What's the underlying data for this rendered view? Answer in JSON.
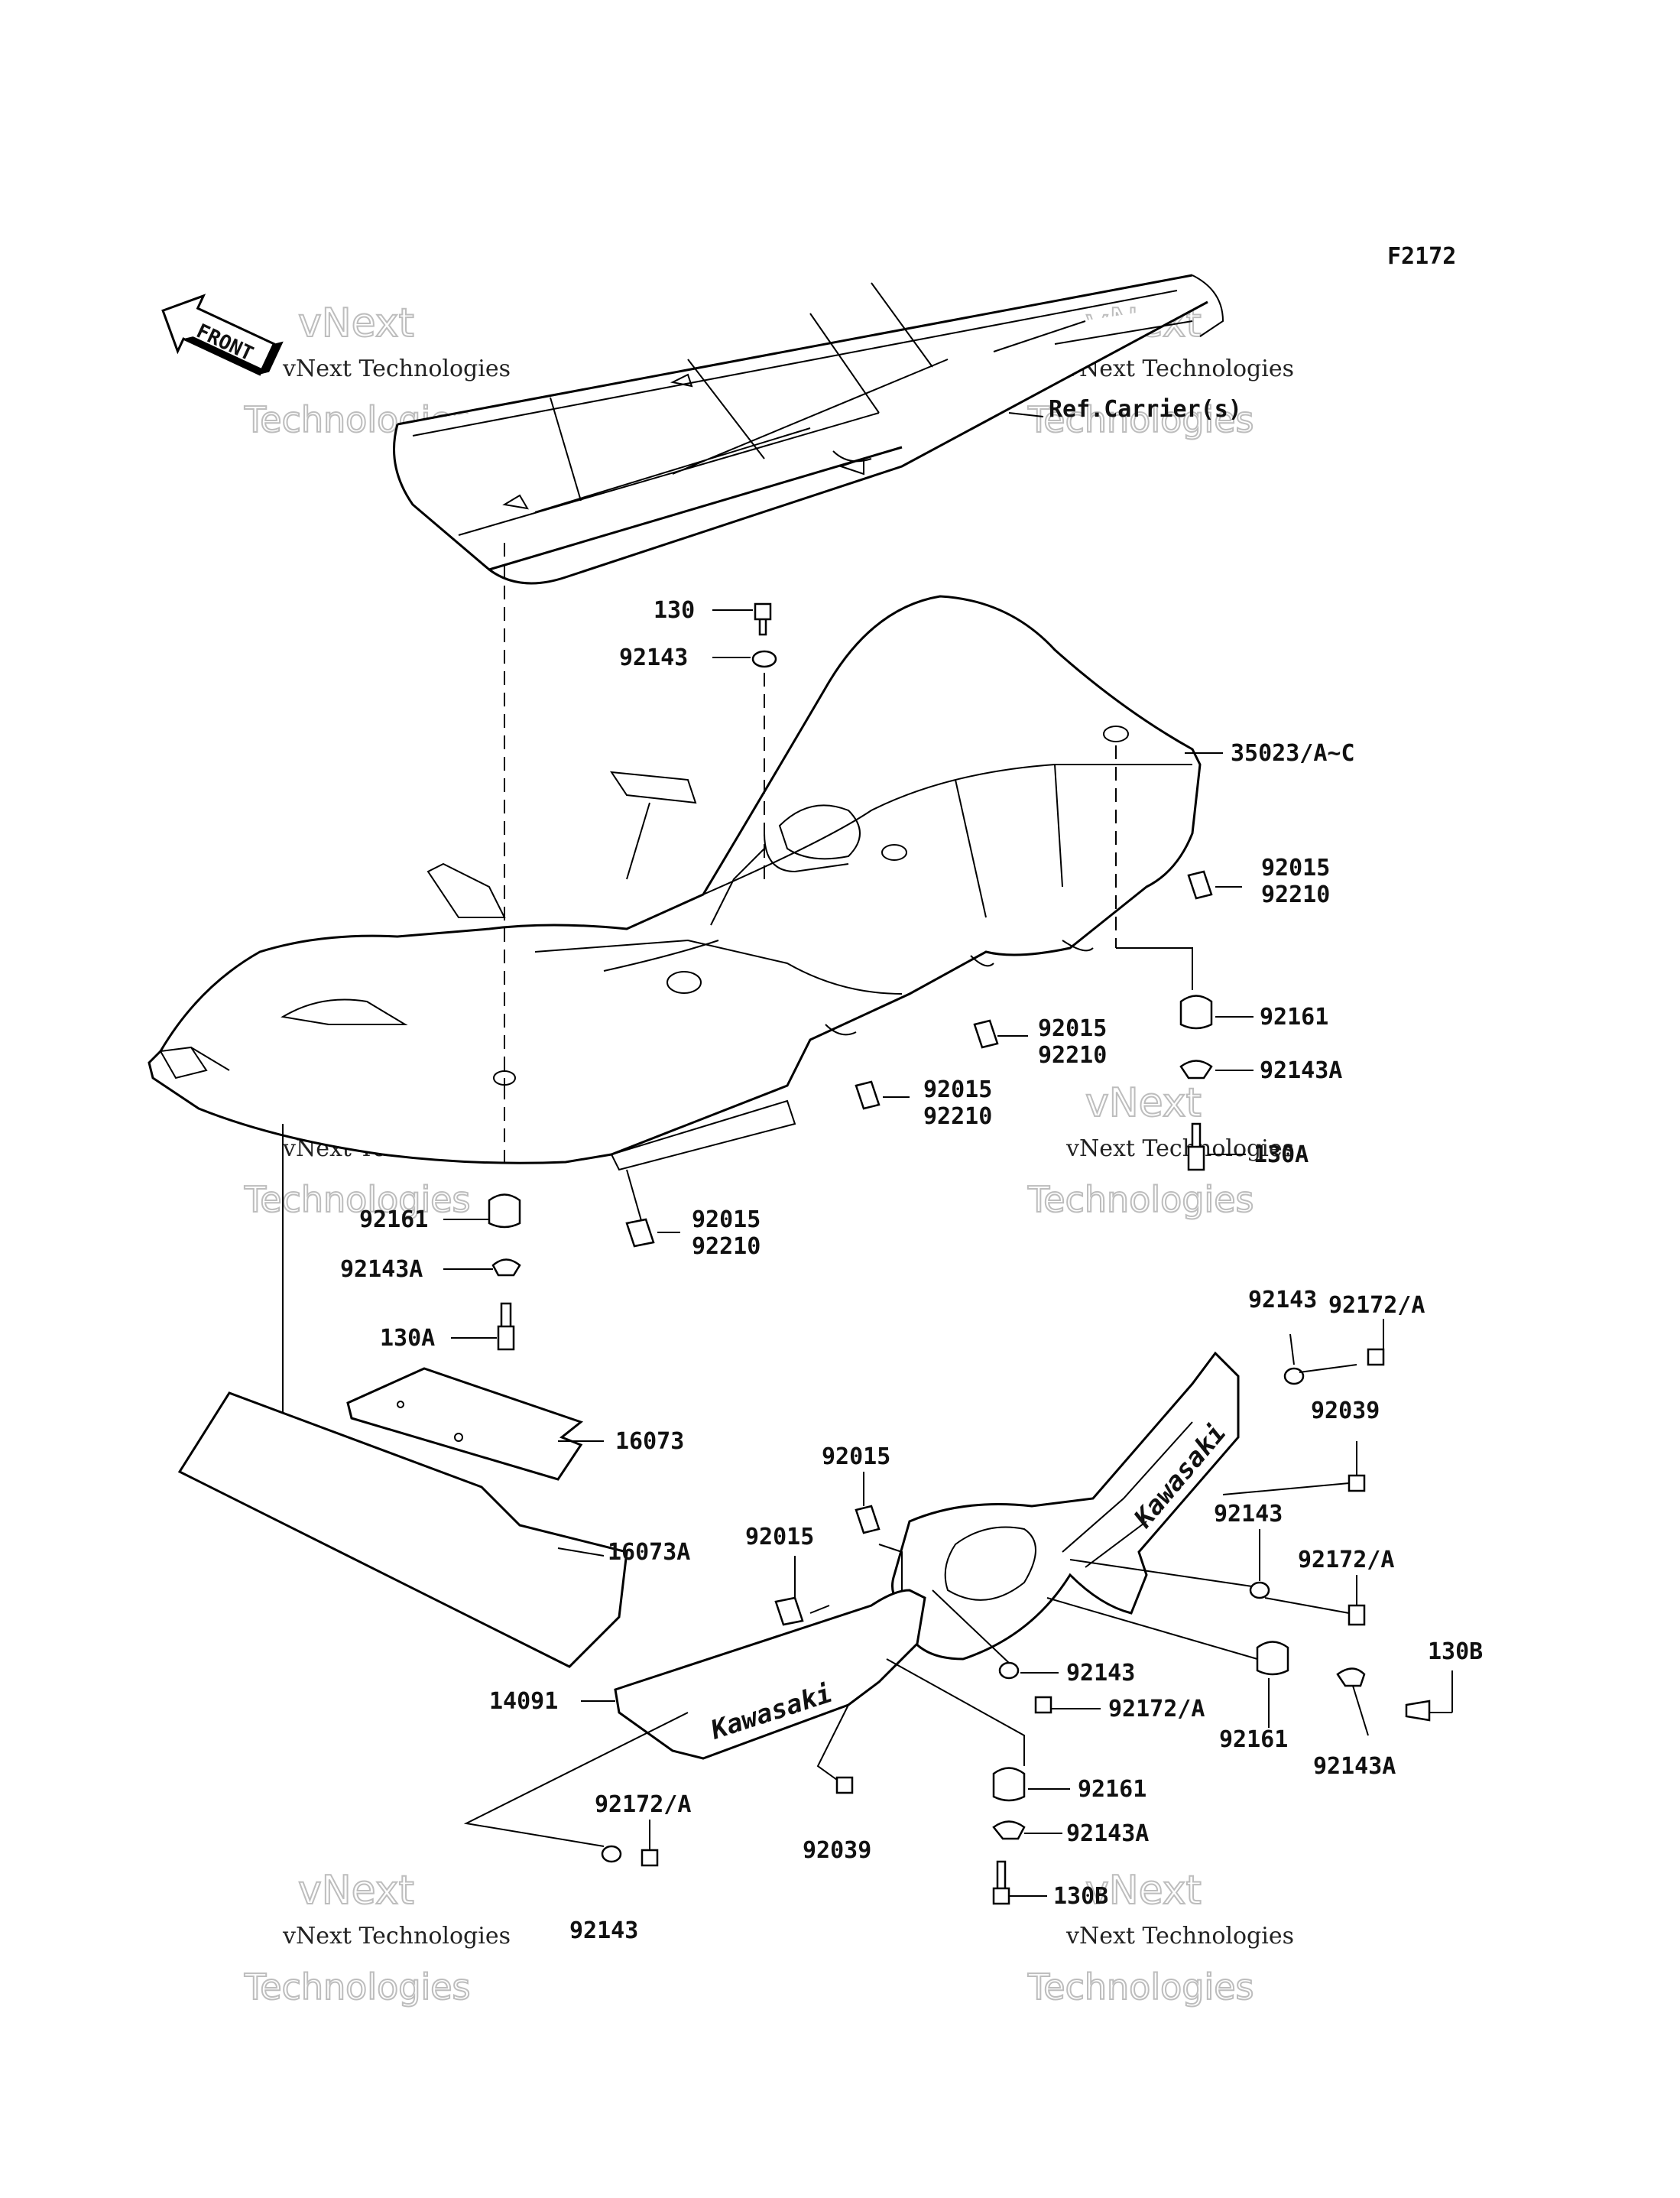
{
  "figure_code": "F2172",
  "front_label": "FRONT",
  "reference": "Ref.Carrier(s)",
  "watermark": {
    "line1": "vNext",
    "line2": "vNext Technologies",
    "line3": "Technologies"
  },
  "decals": {
    "side_logo_1": "Kawasaki",
    "side_logo_2": "Kawasaki"
  },
  "callouts": [
    "130",
    "92143",
    "35023/A~C",
    "92015",
    "92210",
    "92161",
    "92143A",
    "130A",
    "92015",
    "92210",
    "92015",
    "92210",
    "92015",
    "92210",
    "92161",
    "92143A",
    "130A",
    "16073",
    "16073A",
    "92172/A",
    "92143",
    "92039",
    "92015",
    "92015",
    "92143",
    "92172/A",
    "92143",
    "92172/A",
    "92161",
    "130B",
    "92143A",
    "14091",
    "92161",
    "92143A",
    "130B",
    "92172/A",
    "92039",
    "92143"
  ]
}
